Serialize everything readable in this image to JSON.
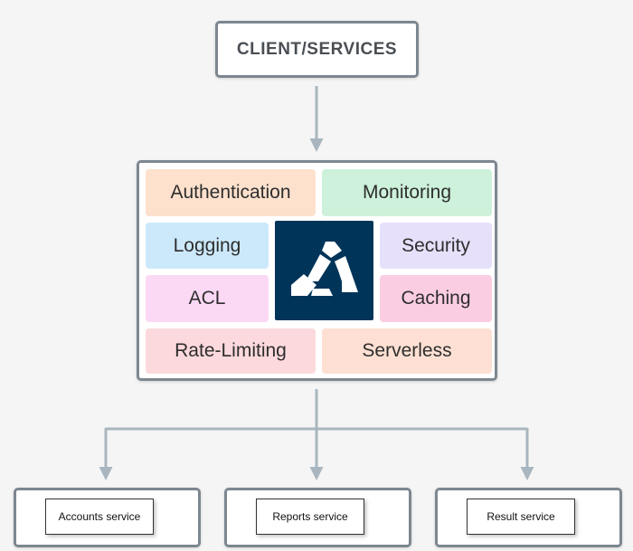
{
  "client": {
    "label": "CLIENT/SERVICES"
  },
  "gateway": {
    "logo": "kong-gorilla-logo",
    "plugins": {
      "authentication": "Authentication",
      "monitoring": "Monitoring",
      "logging": "Logging",
      "security": "Security",
      "acl": "ACL",
      "caching": "Caching",
      "rate_limiting": "Rate-Limiting",
      "serverless": "Serverless"
    }
  },
  "services": [
    {
      "label": "Accounts service"
    },
    {
      "label": "Reports service"
    },
    {
      "label": "Result service"
    }
  ],
  "colors": {
    "background": "#f5f5f5",
    "border": "#7d8790",
    "arrow": "#a9b6bf",
    "logo_bg": "#003459",
    "authentication": "#fde1cd",
    "monitoring": "#cdf1da",
    "logging": "#cce9fb",
    "security": "#e6e0fa",
    "acl": "#fbd8f4",
    "caching": "#fbcde3",
    "rate_limiting": "#fcd9dc",
    "serverless": "#fde0d3"
  }
}
